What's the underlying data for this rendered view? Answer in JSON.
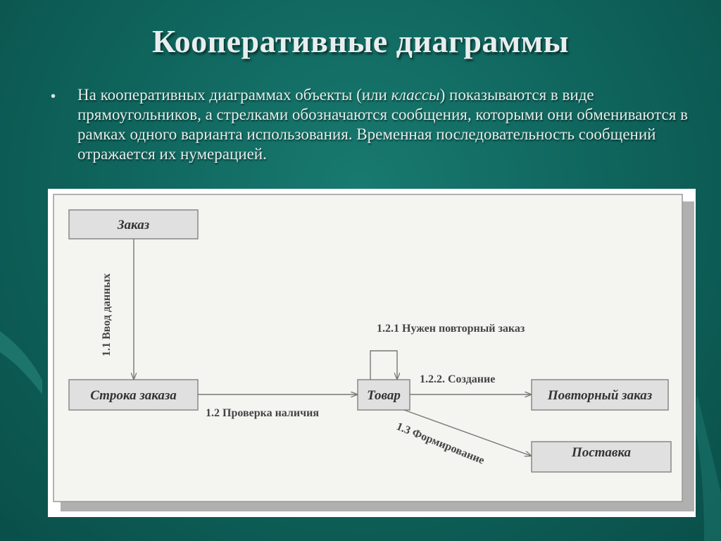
{
  "slide": {
    "title": "Кооперативные диаграммы",
    "bullet": {
      "part1": "На кооперативных диаграммах объекты (или ",
      "part_italic": "классы",
      "part2": ") показываются в виде прямоугольников, а стрелками обозначаются сообщения, которыми они обмениваются в рамках одного варианта использования. Временная последовательность сообщений отражается их нумерацией."
    }
  },
  "diagram": {
    "objects": {
      "zakaz": "Заказ",
      "stroka": "Строка заказа",
      "tovar": "Товар",
      "povtorny": "Повторный заказ",
      "postavka": "Поставка"
    },
    "messages": {
      "m1_1": "1.1 Ввод данных",
      "m1_2": "1.2 Проверка наличия",
      "m1_2_1": "1.2.1 Нужен повторный заказ",
      "m1_2_2": "1.2.2. Создание",
      "m1_3": "1.3 Формирование"
    }
  },
  "colors": {
    "background": "#0f6b63",
    "box_fill": "#e0e0e0",
    "line": "#777777"
  }
}
